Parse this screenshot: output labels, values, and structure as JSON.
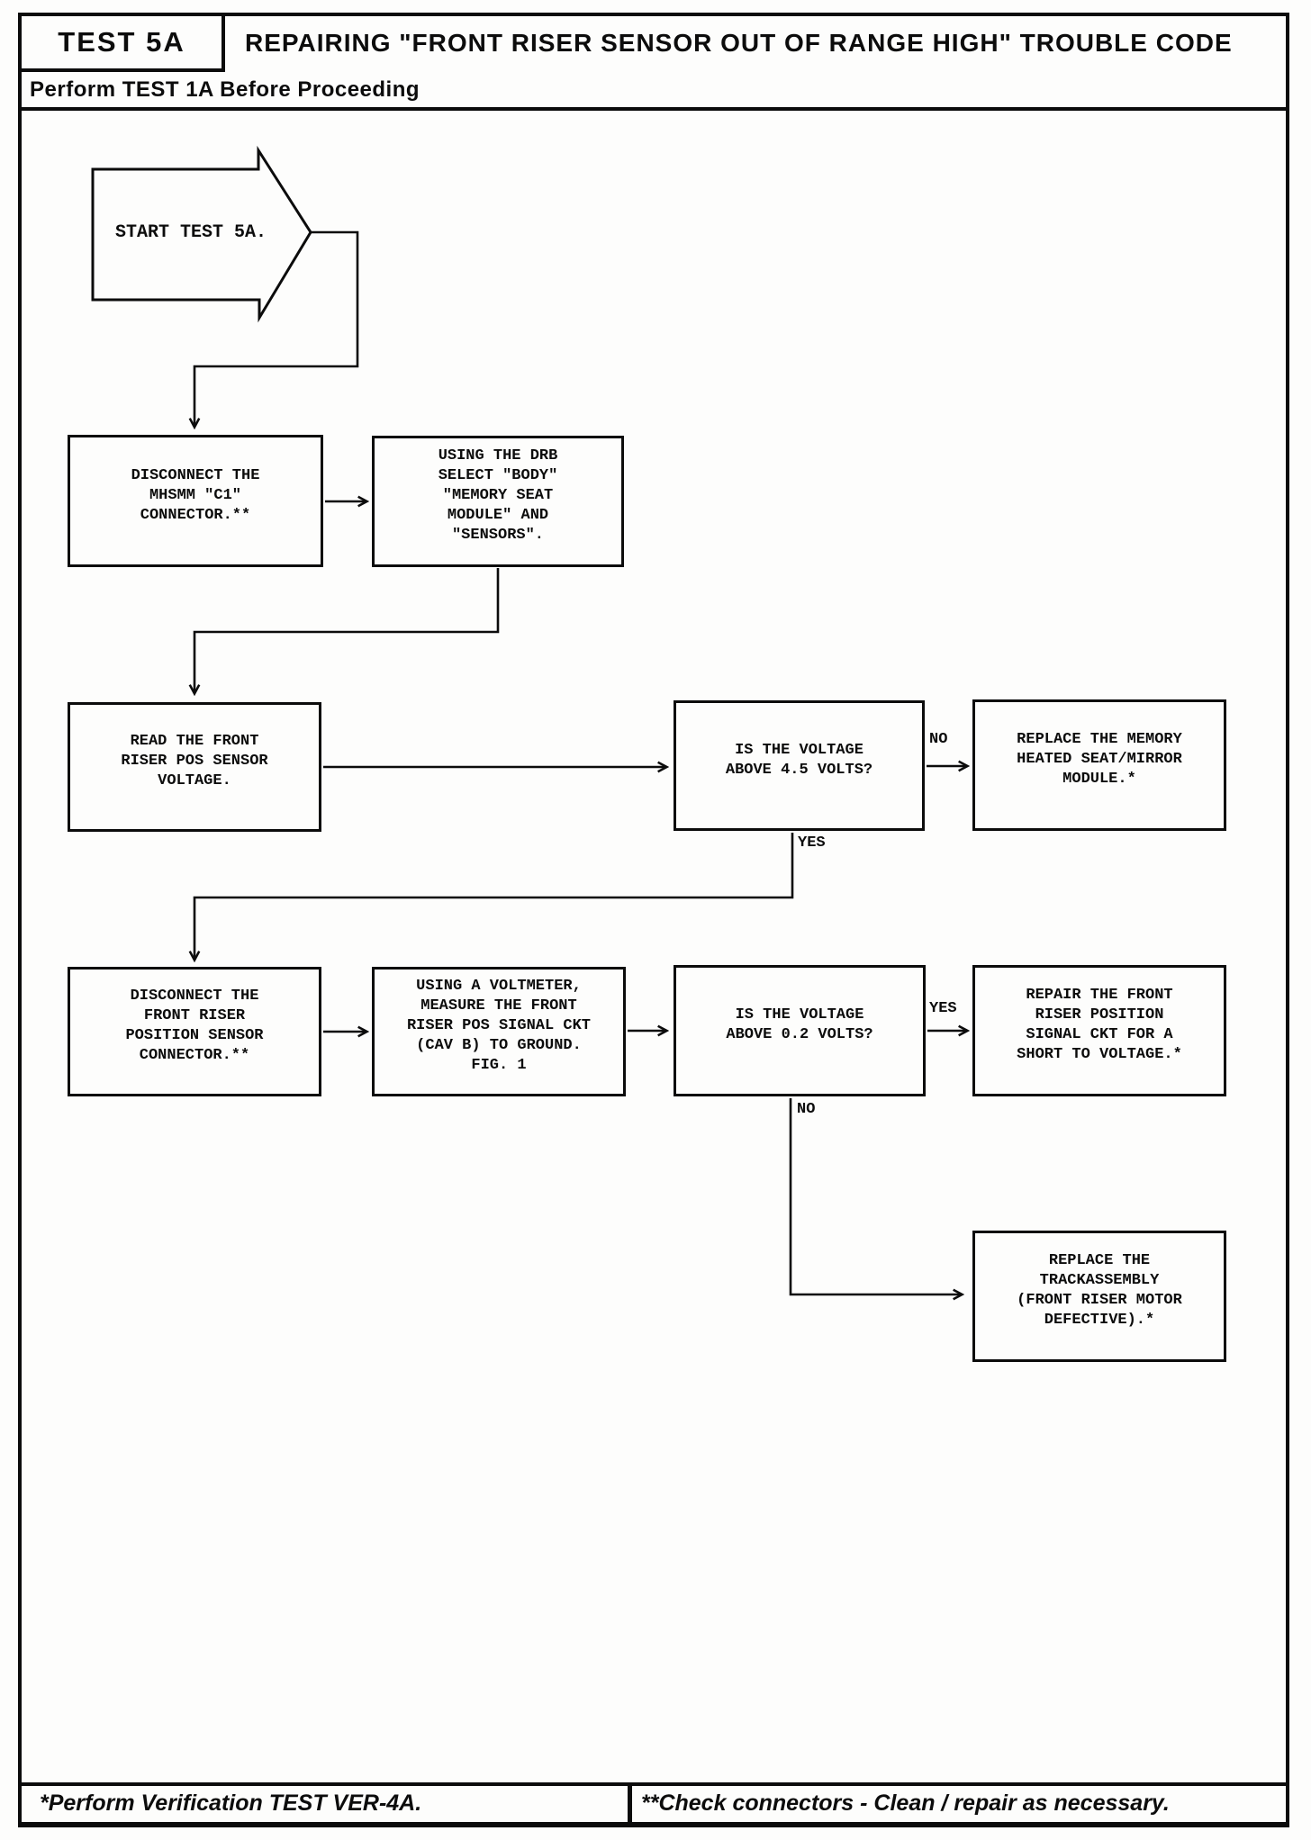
{
  "header": {
    "test_label": "TEST 5A",
    "title": "REPAIRING \"FRONT RISER SENSOR OUT OF RANGE HIGH\" TROUBLE CODE",
    "subtitle": "Perform TEST 1A Before Proceeding"
  },
  "flowchart": {
    "start_label": "START TEST 5A.",
    "nodes": {
      "disconnect_mhsmm": "DISCONNECT THE\nMHSMM \"C1\"\nCONNECTOR.**",
      "using_drb": "USING THE DRB\nSELECT \"BODY\"\n\"MEMORY SEAT\nMODULE\" AND\n\"SENSORS\".",
      "read_voltage": "READ THE FRONT\nRISER POS SENSOR\nVOLTAGE.",
      "voltage_above_45": "IS THE VOLTAGE\nABOVE 4.5 VOLTS?",
      "replace_module": "REPLACE THE MEMORY\nHEATED SEAT/MIRROR\nMODULE.*",
      "disconnect_riser": "DISCONNECT THE\nFRONT RISER\nPOSITION SENSOR\nCONNECTOR.**",
      "voltmeter_measure": "USING A VOLTMETER,\nMEASURE THE FRONT\nRISER POS SIGNAL CKT\n(CAV B) TO GROUND.\nFIG. 1",
      "voltage_above_02": "IS THE VOLTAGE\nABOVE 0.2 VOLTS?",
      "repair_signal_ckt": "REPAIR THE FRONT\nRISER POSITION\nSIGNAL CKT FOR A\nSHORT TO VOLTAGE.*",
      "replace_track": "REPLACE THE\nTRACKASSEMBLY\n(FRONT RISER MOTOR\nDEFECTIVE).*"
    },
    "labels": {
      "no_1": "NO",
      "yes_1": "YES",
      "yes_2": "YES",
      "no_2": "NO"
    }
  },
  "footer": {
    "left_note": "*Perform Verification TEST VER-4A.",
    "right_note": "**Check connectors - Clean / repair as necessary."
  },
  "colors": {
    "ink": "#0c0c0c",
    "paper": "#fdfdfc"
  }
}
